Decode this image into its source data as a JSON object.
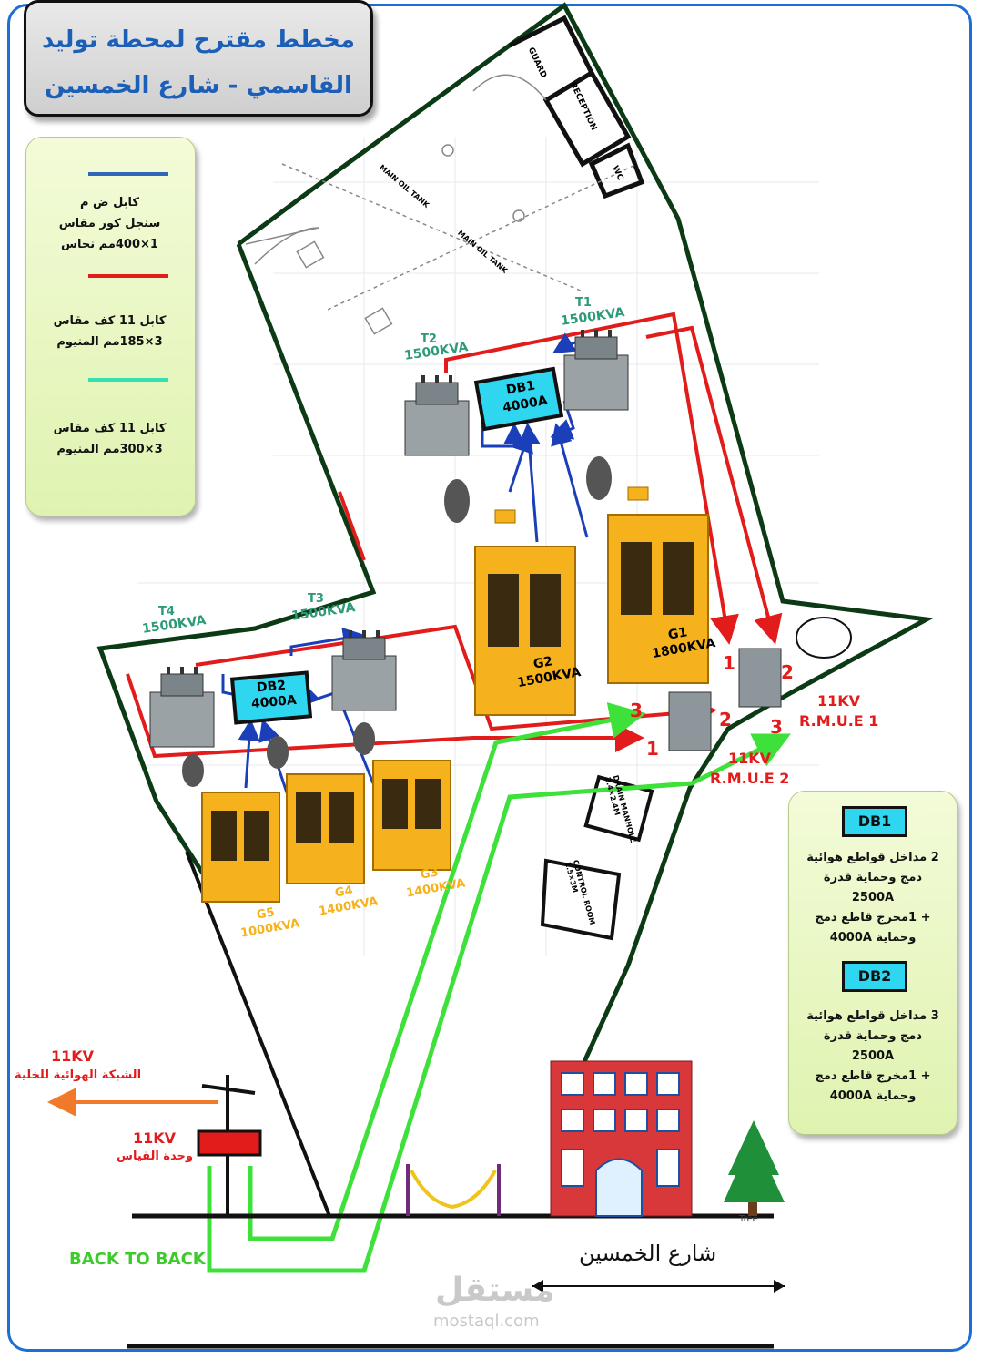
{
  "title": {
    "line1": "مخطط مقترح لمحطة توليد",
    "line2": "القاسمي  - شارع الخمسين"
  },
  "legend": {
    "items": [
      {
        "color": "#2f66b8",
        "text": "كابل ض م\nسنجل كور مقاس\n1×400مم نحاس"
      },
      {
        "color": "#e21b1b",
        "text": "كابل 11 كف مقاس\n3×185مم المنيوم"
      },
      {
        "color": "#35e0b0",
        "text": "كابل 11 كف مقاس\n3×300مم المنيوم"
      }
    ]
  },
  "db_panel": {
    "db1": {
      "tag": "DB1",
      "text": "2 مداخل قواطع هوائية\nدمج وحماية  قدرة\n2500A\n+ 1مخرج قاطع دمج\nوحماية 4000A"
    },
    "db2": {
      "tag": "DB2",
      "text": "3 مداخل قواطع هوائية\nدمج وحماية  قدرة\n2500A\n+ 1مخرج قاطع دمج\nوحماية 4000A"
    }
  },
  "rooms": {
    "guard": "GUARD",
    "reception": "RECEPTION",
    "wc": "WC",
    "main_oil_tank_1": "MAIN OIL TANK",
    "main_oil_tank_2": "MAIN OIL TANK",
    "drain_manhole": "DRAIN MANHOLE 2.4×2.4M",
    "control_room": "CONTROL ROOM 1.5×3M"
  },
  "transformers": {
    "t1": {
      "name": "T1",
      "rating": "1500KVA"
    },
    "t2": {
      "name": "T2",
      "rating": "1500KVA"
    },
    "t3": {
      "name": "T3",
      "rating": "1500KVA"
    },
    "t4": {
      "name": "T4",
      "rating": "1500KVA"
    }
  },
  "distribution_boards": {
    "db1": {
      "name": "DB1",
      "rating": "4000A"
    },
    "db2": {
      "name": "DB2",
      "rating": "4000A"
    }
  },
  "generators": {
    "g1": {
      "name": "G1",
      "rating": "1800KVA"
    },
    "g2": {
      "name": "G2",
      "rating": "1500KVA"
    },
    "g3": {
      "name": "G3",
      "rating": "1400KVA"
    },
    "g4": {
      "name": "G4",
      "rating": "1400KVA"
    },
    "g5": {
      "name": "G5",
      "rating": "1000KVA"
    }
  },
  "rmu": {
    "rmu1": {
      "voltage": "11KV",
      "name": "R.M.U.E 1"
    },
    "rmu2": {
      "voltage": "11KV",
      "name": "R.M.U.E 2"
    },
    "port1": "1",
    "port2": "2",
    "port3": "3"
  },
  "grid": {
    "voltage": "11KV",
    "network_label": "الشبكة الهوائية للخلية",
    "meter_voltage": "11KV",
    "meter_label": "وحدة القياس"
  },
  "back_to_back": "BACK TO BACK",
  "street": "شارع الخمسين",
  "tree_label": "Tree",
  "watermark": {
    "logo": "مستقل",
    "site": "mostaql.com"
  },
  "colors": {
    "lv_cable": "#2f66b8",
    "hv_cable_185": "#e21b1b",
    "hv_cable_300": "#35e0b0",
    "feeder": "#3ee03a",
    "title_text": "#1c5fb8",
    "generator": "#f5b21c",
    "db_fill": "#2fd6f0"
  }
}
